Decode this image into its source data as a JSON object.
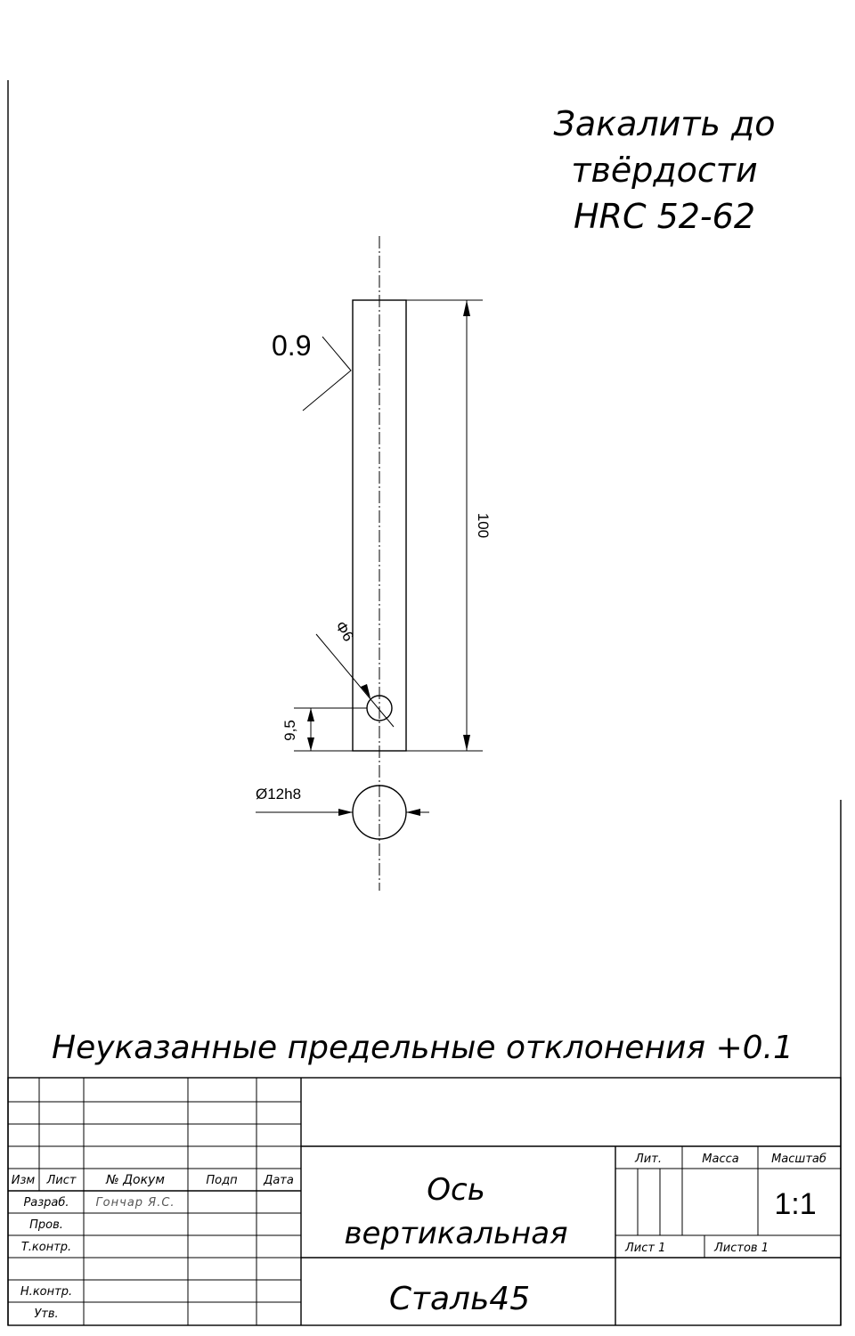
{
  "notes": {
    "hardening": [
      "Закалить до",
      "твёрдости",
      "HRC 52-62"
    ],
    "tolerance": "Неуказанные предельные отклонения +0.1"
  },
  "dimensions": {
    "roughness": "0.9",
    "length": "100",
    "hole_diameter": "Φ6",
    "hole_offset": "9,5",
    "shaft_diameter": "Ø12h8"
  },
  "title_block": {
    "headers": {
      "izm": "Изм",
      "list": "Лист",
      "doc_no": "№ Докум",
      "sign": "Подп",
      "date": "Дата"
    },
    "roles": {
      "developed": "Разраб.",
      "checked": "Пров.",
      "tech_control": "Т.контр.",
      "norm_control": "Н.контр.",
      "approved": "Утв."
    },
    "developer_name": "Гончар Я.С.",
    "part_name": [
      "Ось",
      "вертикальная"
    ],
    "material": "Сталь45",
    "lit_label": "Лит.",
    "mass_label": "Масса",
    "scale_label": "Масштаб",
    "scale_value": "1:1",
    "sheet_label": "Лист 1",
    "sheets_label": "Листов 1"
  }
}
